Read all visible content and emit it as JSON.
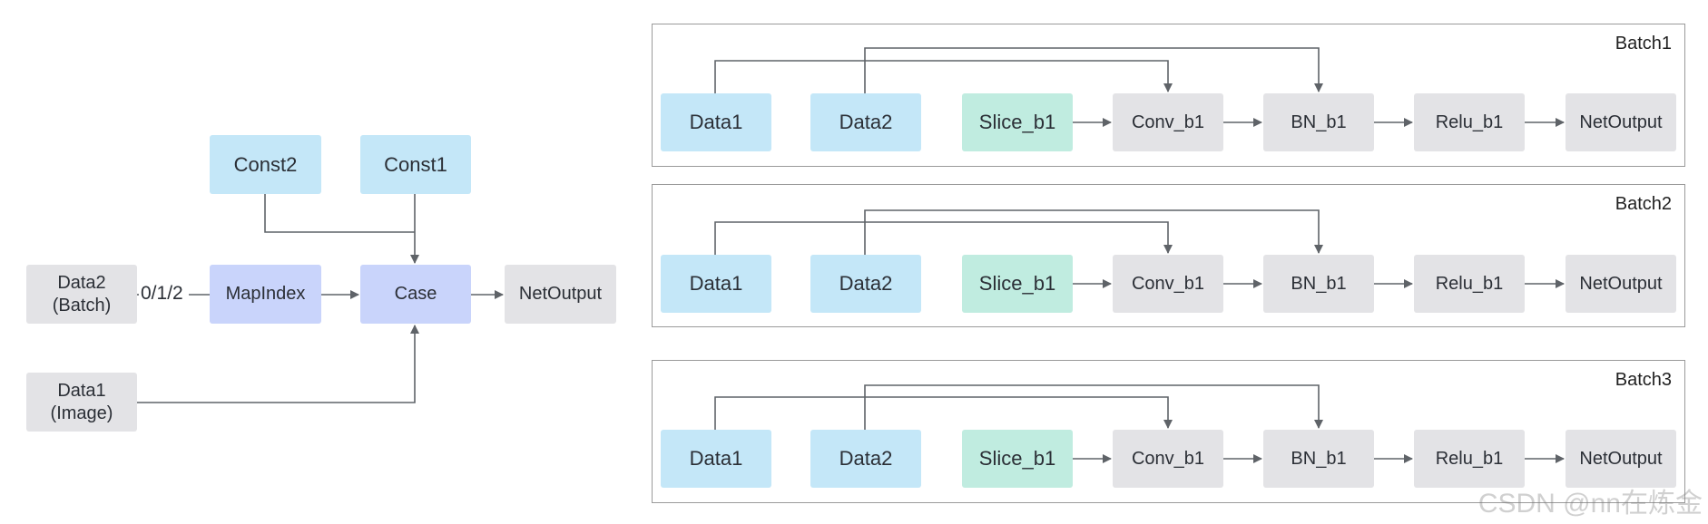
{
  "colors": {
    "data": "#c4e7f8",
    "const": "#c4e7f8",
    "mapindex": "#c9d4fb",
    "case": "#c9d4fb",
    "output": "#e3e3e6",
    "slice": "#c0ece0",
    "op": "#e3e3e6",
    "line": "#5f6368"
  },
  "left": {
    "nodes": {
      "const2": "Const2",
      "const1": "Const1",
      "data2": "Data2\n(Batch)",
      "mapindex": "MapIndex",
      "case": "Case",
      "netoutput": "NetOutput",
      "data1": "Data1\n(Image)"
    },
    "edge_label": "0/1/2"
  },
  "batches": [
    {
      "title": "Batch1",
      "nodes": [
        "Data1",
        "Data2",
        "Slice_b1",
        "Conv_b1",
        "BN_b1",
        "Relu_b1",
        "NetOutput"
      ]
    },
    {
      "title": "Batch2",
      "nodes": [
        "Data1",
        "Data2",
        "Slice_b1",
        "Conv_b1",
        "BN_b1",
        "Relu_b1",
        "NetOutput"
      ]
    },
    {
      "title": "Batch3",
      "nodes": [
        "Data1",
        "Data2",
        "Slice_b1",
        "Conv_b1",
        "BN_b1",
        "Relu_b1",
        "NetOutput"
      ]
    }
  ],
  "watermark": "CSDN @nn在炼金"
}
